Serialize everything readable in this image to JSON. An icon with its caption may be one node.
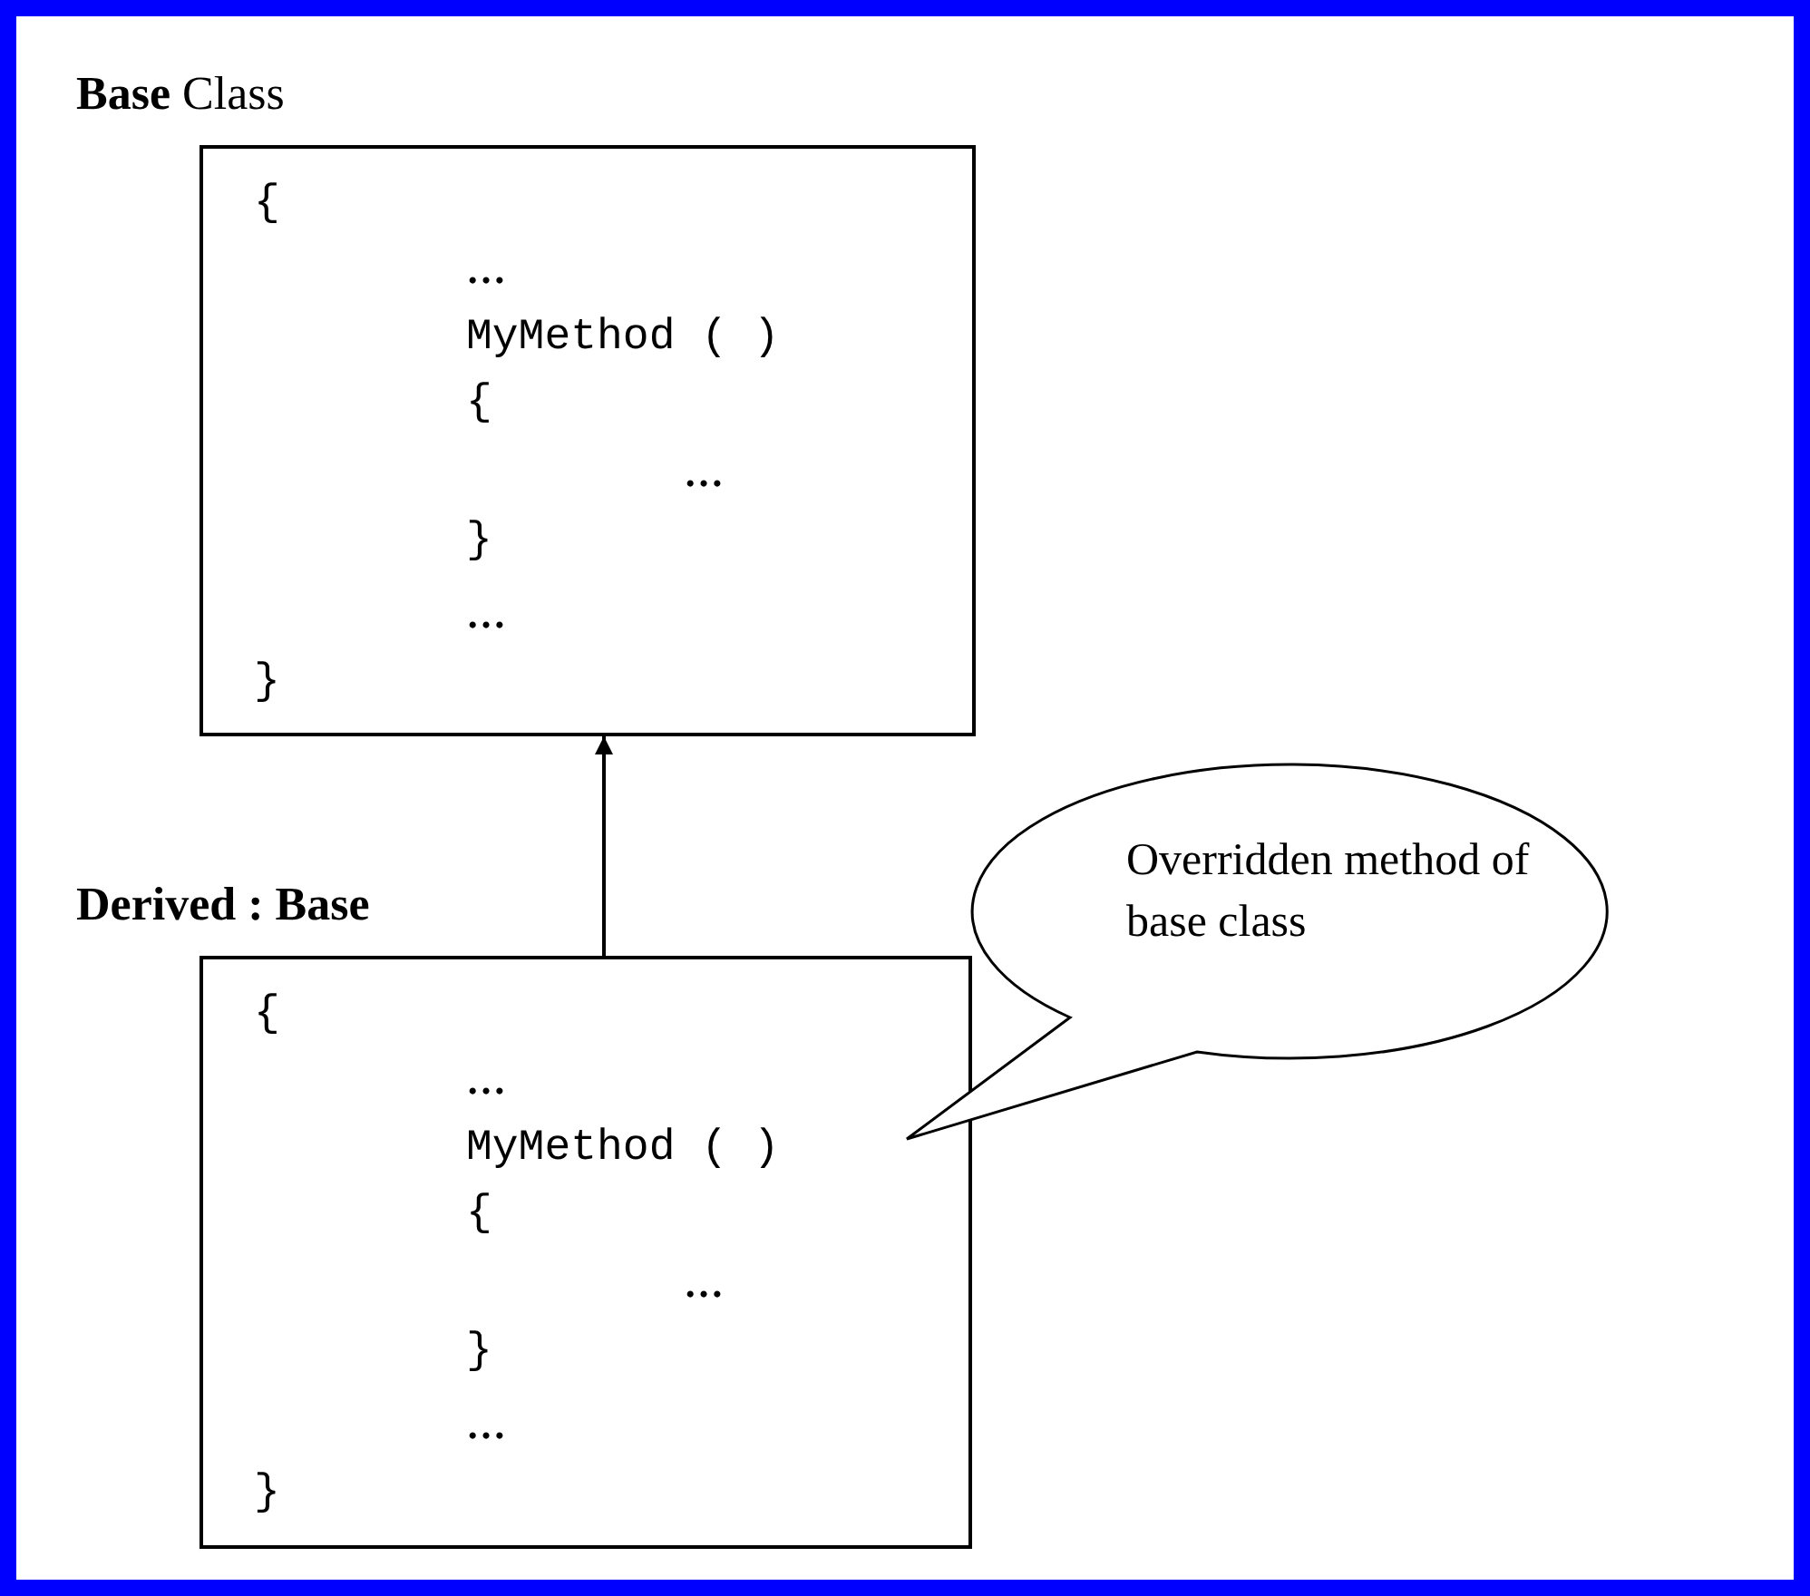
{
  "diagram": {
    "nodes": [
      {
        "text": [
          "**Base** Class",
          "{",
          "…",
          "MyMethod ( )",
          "{",
          "…",
          "}",
          "…",
          "}"
        ]
      },
      {
        "text": [
          "Derived : Base",
          "{",
          "…",
          "MyMethod ( )",
          "{",
          "…",
          "}",
          "…",
          "}"
        ]
      },
      {
        "text": [
          "Overridden method of base class"
        ]
      }
    ],
    "edges": [
      {
        "from": 1,
        "to": 0,
        "arrow": "to"
      }
    ]
  }
}
